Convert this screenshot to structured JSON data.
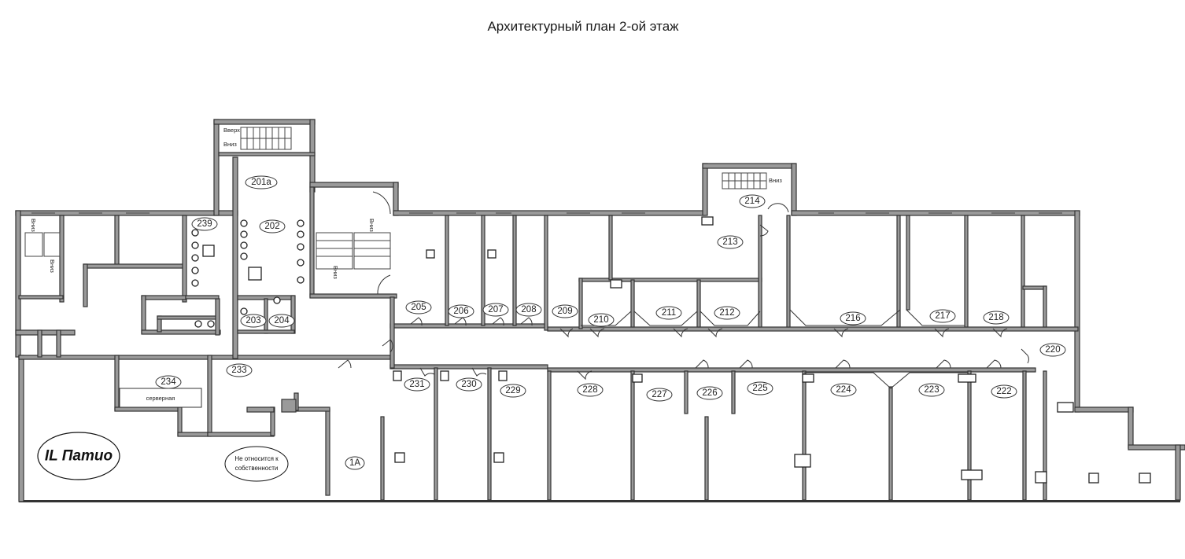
{
  "title": "Архитектурный план 2-ой этаж",
  "rooms": [
    {
      "id": "201a",
      "label": "201a"
    },
    {
      "id": "202",
      "label": "202"
    },
    {
      "id": "203",
      "label": "203"
    },
    {
      "id": "204",
      "label": "204"
    },
    {
      "id": "205",
      "label": "205"
    },
    {
      "id": "206",
      "label": "206"
    },
    {
      "id": "207",
      "label": "207"
    },
    {
      "id": "208",
      "label": "208"
    },
    {
      "id": "209",
      "label": "209"
    },
    {
      "id": "210",
      "label": "210"
    },
    {
      "id": "211",
      "label": "211"
    },
    {
      "id": "212",
      "label": "212"
    },
    {
      "id": "213",
      "label": "213"
    },
    {
      "id": "214",
      "label": "214"
    },
    {
      "id": "216",
      "label": "216"
    },
    {
      "id": "217",
      "label": "217"
    },
    {
      "id": "218",
      "label": "218"
    },
    {
      "id": "220",
      "label": "220"
    },
    {
      "id": "222",
      "label": "222"
    },
    {
      "id": "223",
      "label": "223"
    },
    {
      "id": "224",
      "label": "224"
    },
    {
      "id": "225",
      "label": "225"
    },
    {
      "id": "226",
      "label": "226"
    },
    {
      "id": "227",
      "label": "227"
    },
    {
      "id": "228",
      "label": "228"
    },
    {
      "id": "229",
      "label": "229"
    },
    {
      "id": "230",
      "label": "230"
    },
    {
      "id": "231",
      "label": "231"
    },
    {
      "id": "233",
      "label": "233"
    },
    {
      "id": "234",
      "label": "234"
    },
    {
      "id": "239",
      "label": "239"
    },
    {
      "id": "1A",
      "label": "1A"
    }
  ],
  "stair_labels": {
    "up": "Вверх",
    "down": "Вниз"
  },
  "server_room": "серверная",
  "patio_label": "IL Патио",
  "note_line1": "Не относится к",
  "note_line2": "собственности"
}
